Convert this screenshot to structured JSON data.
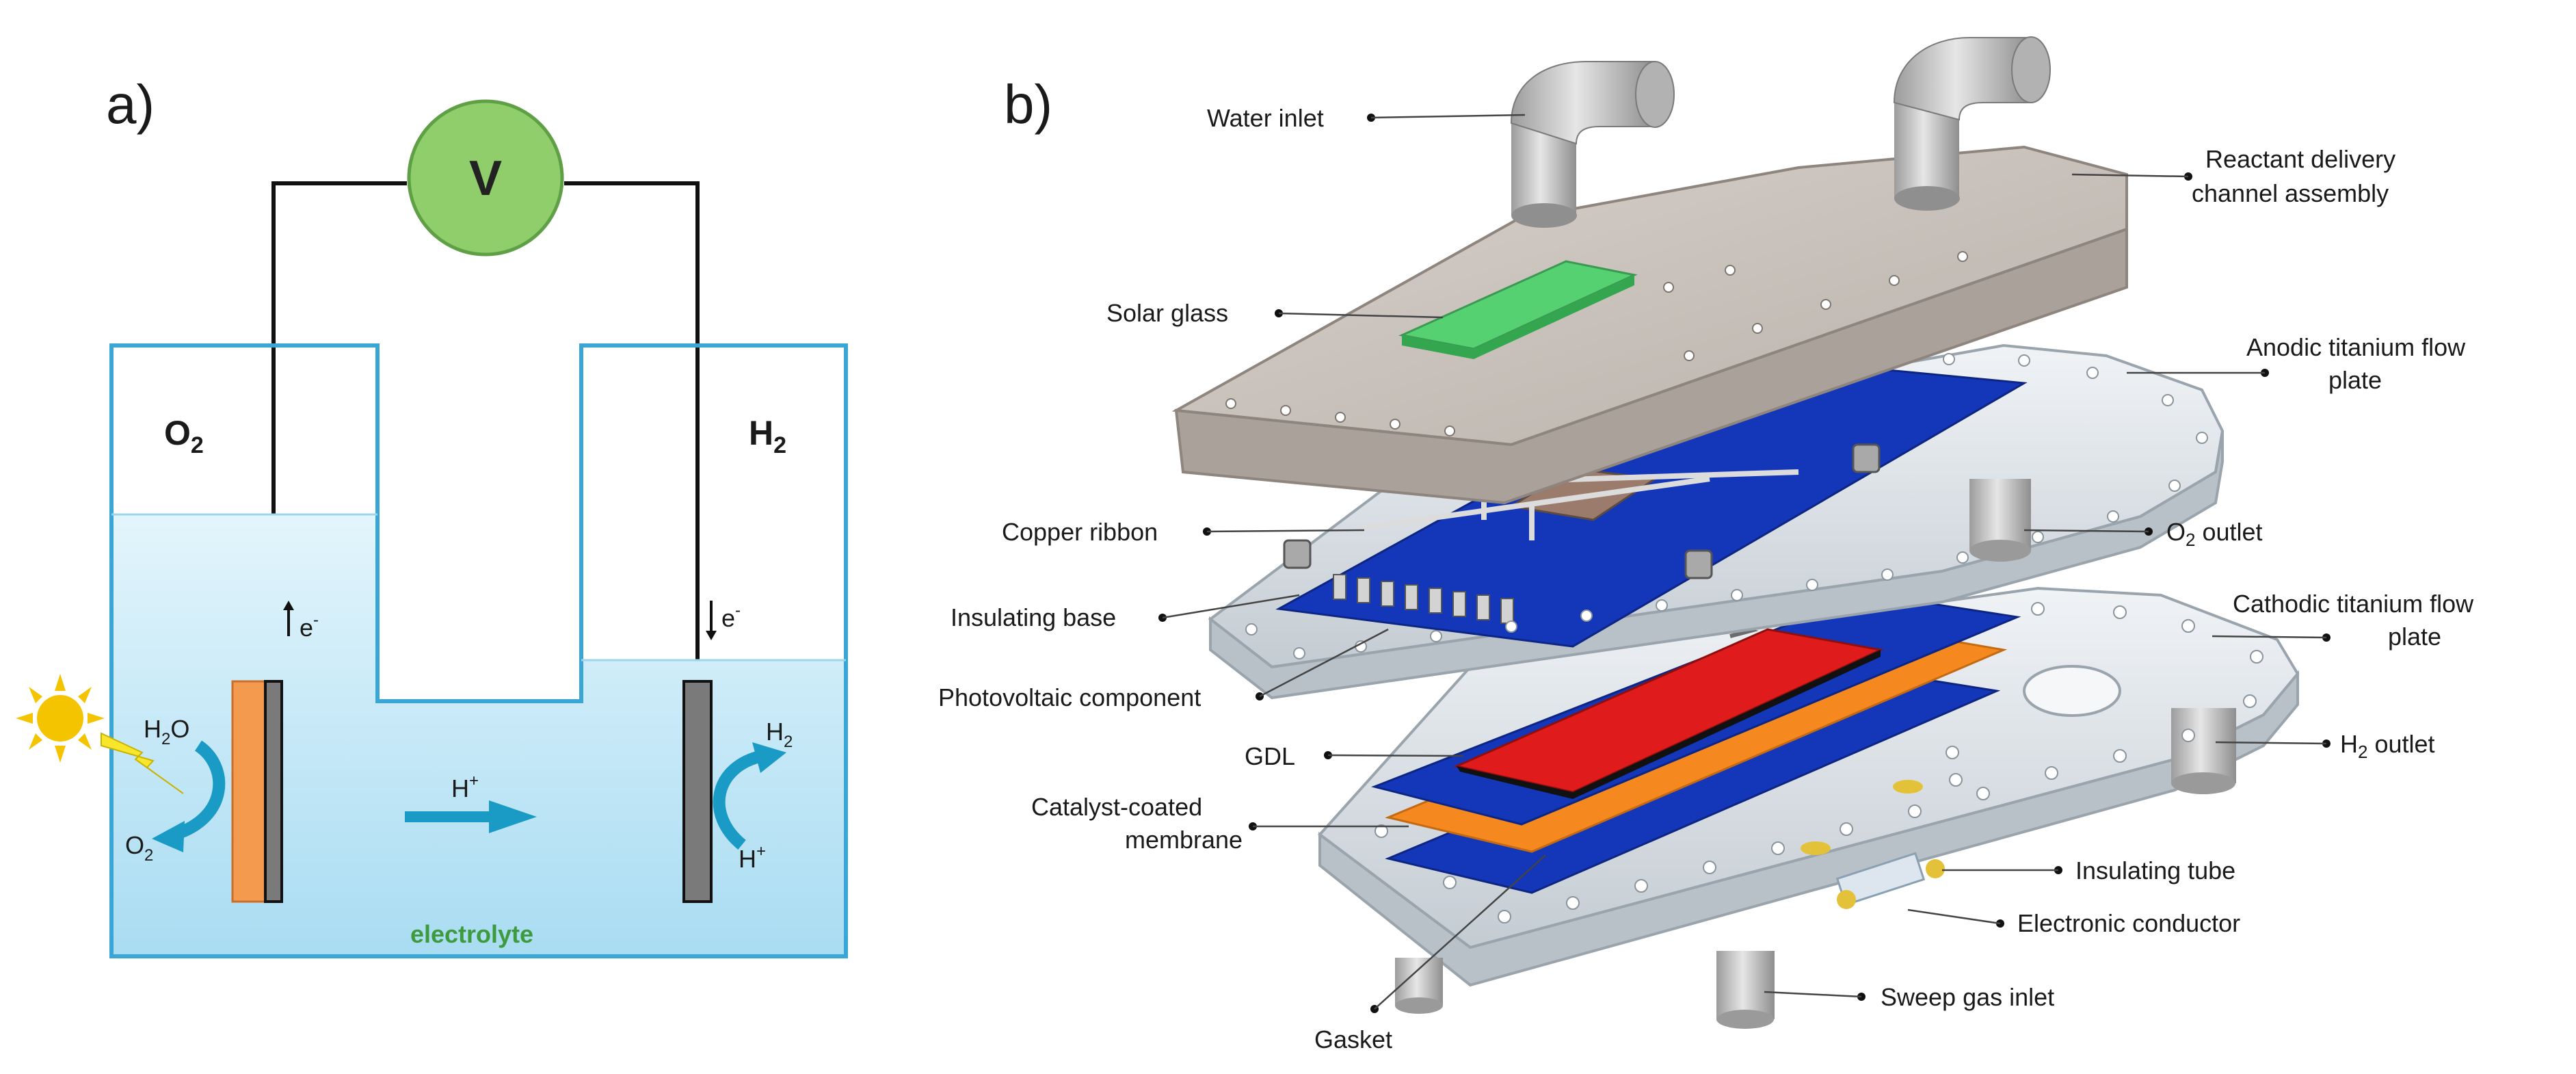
{
  "panel_a": {
    "letter": "a)",
    "voltmeter": "V",
    "o2_gas": "O",
    "o2_sub": "2",
    "h2_gas": "H",
    "h2_sub": "2",
    "electron_left": "e",
    "electron_left_sup": "-",
    "electron_right": "e",
    "electron_right_sup": "-",
    "h2o": "H",
    "h2o_sub": "2",
    "h2o_tail": "O",
    "o2_out": "O",
    "o2_out_sub": "2",
    "h2_out": "H",
    "h2_out_sub": "2",
    "hplus_right": "H",
    "hplus_right_sup": "+",
    "hplus_mid": "H",
    "hplus_mid_sup": "+",
    "electrolyte": "electrolyte",
    "colors": {
      "electrolyte": "#b9e3f7",
      "tank_border": "#3aa6d6",
      "voltmeter": "#8fce6b",
      "photoanode": "#f39a4f",
      "electrode": "#7a7a7a",
      "arrow": "#1a9bc5",
      "sun": "#f5c400",
      "electrolyte_text": "#3d9a3d"
    }
  },
  "panel_b": {
    "letter": "b)",
    "labels": {
      "water_inlet": "Water inlet",
      "reactant_line1": "Reactant delivery",
      "reactant_line2": "channel assembly",
      "solar_glass": "Solar glass",
      "anodic_line1": "Anodic titanium flow",
      "anodic_line2": "plate",
      "copper_ribbon": "Copper ribbon",
      "o2_outlet_pre": "O",
      "o2_outlet_sub": "2",
      "o2_outlet_post": " outlet",
      "insulating_base": "Insulating base",
      "cathodic_line1": "Cathodic titanium flow",
      "cathodic_line2": "plate",
      "photovoltaic": "Photovoltaic component",
      "h2_outlet_pre": "H",
      "h2_outlet_sub": "2",
      "h2_outlet_post": " outlet",
      "gdl": "GDL",
      "ccm_line1": "Catalyst-coated",
      "ccm_line2": "membrane",
      "insulating_tube": "Insulating tube",
      "electronic_conductor": "Electronic conductor",
      "sweep_gas_inlet": "Sweep gas inlet",
      "gasket": "Gasket"
    },
    "colors": {
      "metal_light": "#e4e8ec",
      "metal_top": "#c9c2bc",
      "pipe": "#bdbdbd",
      "blue_layer": "#1436b8",
      "orange_layer": "#f5891f",
      "red_layer": "#e01b1b",
      "green_glass": "#49d36a",
      "frame_edge": "#9aa4ad"
    }
  }
}
